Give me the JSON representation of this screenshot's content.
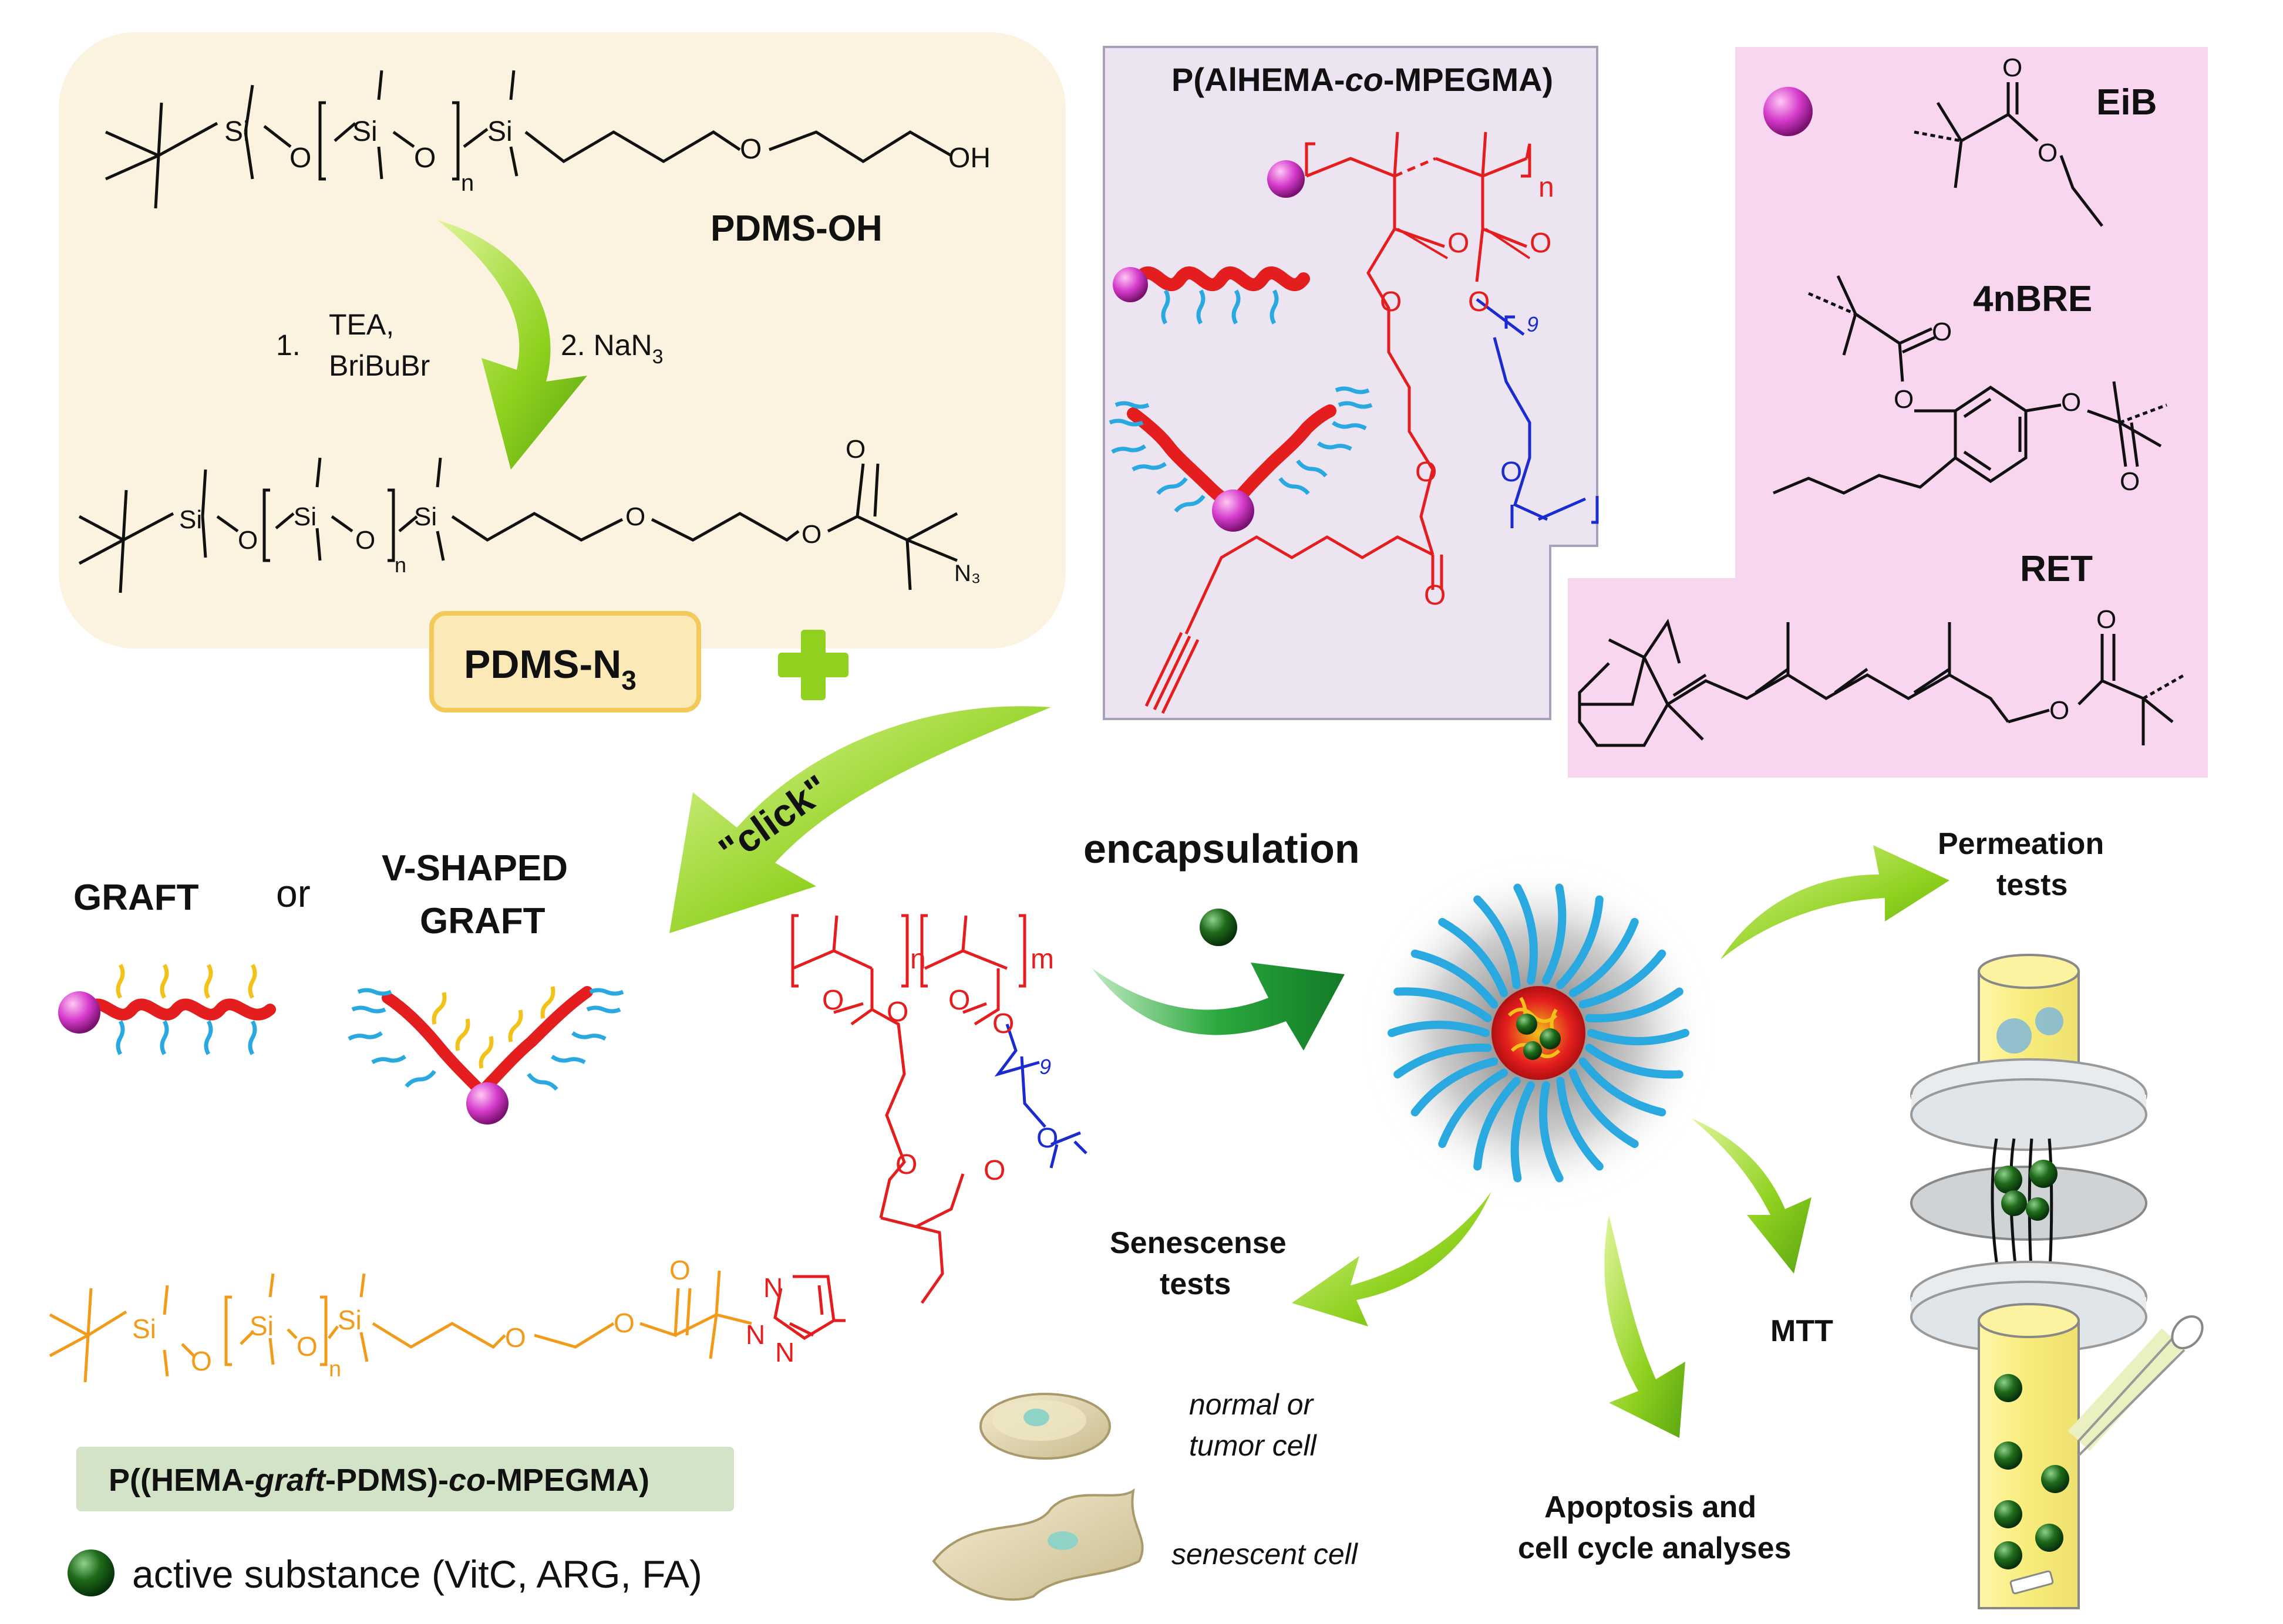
{
  "colors": {
    "pdms_panel": "#fbf3df",
    "polymer_panel": "#ece4f1",
    "initiator_panel": "#f9d6ef",
    "product_label_bg": "#d3e3c7",
    "chain_red": "#e41e1e",
    "peg_blue": "#1a2ccf",
    "pdms_orange": "#f29b1b",
    "pendant_cyan": "#29a9e0",
    "graft_yellow": "#f2c21b",
    "sphere_magenta": "#d63ccc",
    "arrow_green": "#8fd11e",
    "arrow_dark_green": "#2aa83e",
    "active_green": "#1f6b1a"
  },
  "pdms": {
    "si_label": "Si",
    "o_label": "O",
    "oh_label": "OH",
    "n_label": "n",
    "n3_label": "N₃",
    "name_oh": "PDMS-OH",
    "step1_num": "1.",
    "step1_line1": "TEA,",
    "step1_line2": "BriBuBr",
    "step2": "2. NaN",
    "step2_sub": "3",
    "product_main": "PDMS-N",
    "product_sub": "3"
  },
  "polymer": {
    "title_pre": "P(AlHEMA-",
    "title_italic": "co",
    "title_post": "-MPEGMA)",
    "n_label": "n",
    "o_label": "O",
    "nine_label": "9"
  },
  "initiators": {
    "eib": "EiB",
    "fourbre": "4nBRE",
    "ret": "RET",
    "o_label": "O"
  },
  "click_label": "\"click\"",
  "architectures": {
    "graft": "GRAFT",
    "or": "or",
    "vshaped_line1": "V-SHAPED",
    "vshaped_line2": "GRAFT"
  },
  "product": {
    "n_label": "n",
    "m_label": "m",
    "o_label": "O",
    "si_label": "Si",
    "n_atom": "N",
    "nine_label": "9",
    "name_pre": "P((HEMA-",
    "name_italic": "graft",
    "name_post": "-PDMS)-",
    "name_italic2": "co",
    "name_end": "-MPEGMA)"
  },
  "legend": {
    "active_substance": "active substance (VitC, ARG, FA)"
  },
  "encapsulation": "encapsulation",
  "tests": {
    "permeation_line1": "Permeation",
    "permeation_line2": "tests",
    "senescence_line1": "Senescense",
    "senescence_line2": "tests",
    "mtt": "MTT",
    "apoptosis_line1": "Apoptosis and",
    "apoptosis_line2": "cell cycle analyses",
    "normal_cell_line1": "normal or",
    "normal_cell_line2": "tumor cell",
    "senescent_cell": "senescent cell"
  }
}
